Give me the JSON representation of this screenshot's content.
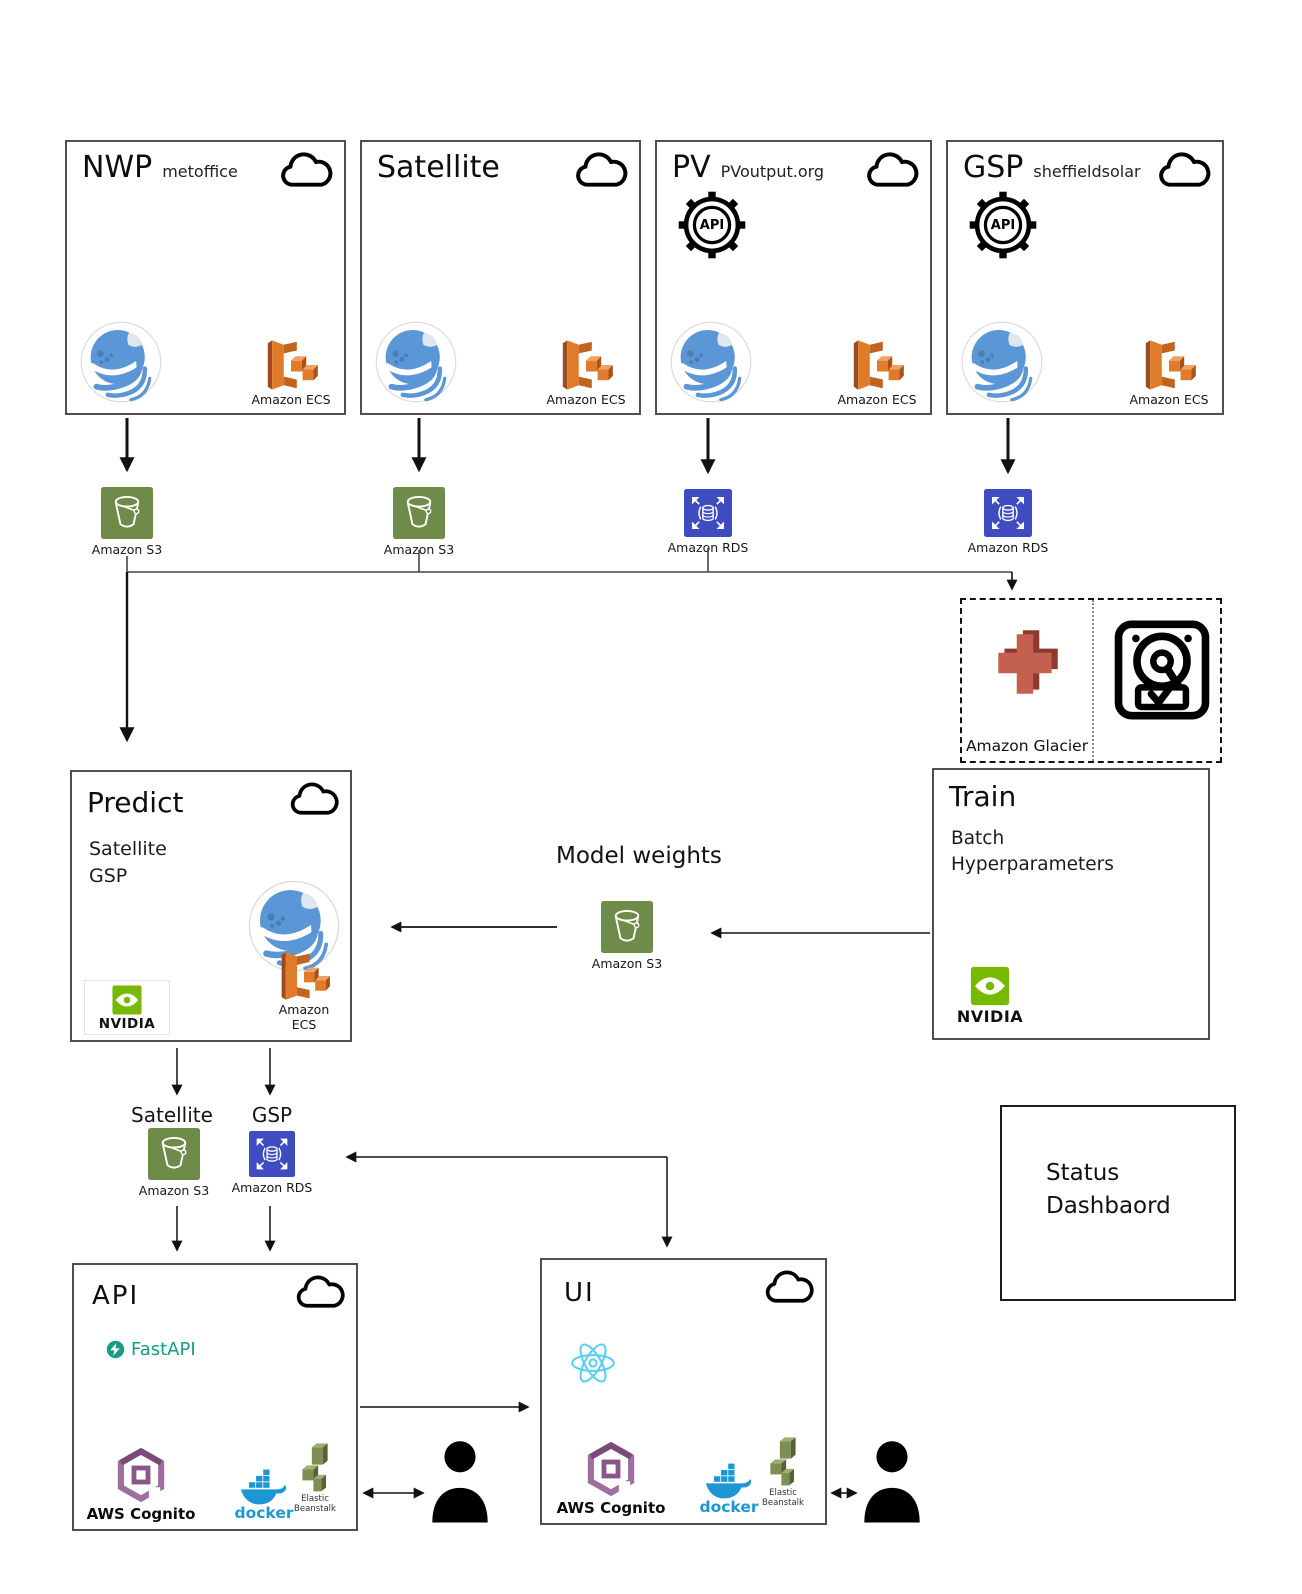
{
  "sources": [
    {
      "title": "NWP",
      "subtitle": "metoffice",
      "ecs": "Amazon ECS"
    },
    {
      "title": "Satellite",
      "subtitle": "",
      "ecs": "Amazon ECS"
    },
    {
      "title": "PV",
      "subtitle": "PVoutput.org",
      "api_badge": "API",
      "ecs": "Amazon ECS"
    },
    {
      "title": "GSP",
      "subtitle": "sheffieldsolar",
      "api_badge": "API",
      "ecs": "Amazon ECS"
    }
  ],
  "storage_row": [
    "Amazon S3",
    "Amazon S3",
    "Amazon RDS",
    "Amazon RDS"
  ],
  "archive": {
    "glacier": "Amazon Glacier"
  },
  "predict": {
    "title": "Predict",
    "line1": "Satellite",
    "line2": "GSP",
    "nvidia": "NVIDIA",
    "ecs": "Amazon ECS"
  },
  "train": {
    "title": "Train",
    "line1": "Batch",
    "line2": "Hyperparameters",
    "nvidia": "NVIDIA"
  },
  "model_weights": {
    "title": "Model weights",
    "store": "Amazon S3"
  },
  "outputs": {
    "satellite_label": "Satellite",
    "satellite_store": "Amazon S3",
    "gsp_label": "GSP",
    "gsp_store": "Amazon RDS"
  },
  "status": {
    "line1": "Status",
    "line2": "Dashbaord"
  },
  "api_box": {
    "title": "API",
    "fastapi": "FastAPI",
    "cognito": "AWS Cognito",
    "docker": "docker",
    "beanstalk": "Elastic Beanstalk"
  },
  "ui_box": {
    "title": "UI",
    "cognito": "AWS Cognito",
    "docker": "docker",
    "beanstalk": "Elastic Beanstalk"
  },
  "colors": {
    "s3_green": "#6e8b49",
    "rds_blue": "#3e4cc0",
    "ecs_orange": "#e07b2c",
    "glacier_red": "#c4604f",
    "nvidia_green": "#76b900",
    "cognito_purple": "#a06e9e",
    "docker_blue": "#1d97d4",
    "fastapi_teal": "#179c86",
    "react_cyan": "#5bd0f5",
    "beanstalk_olive": "#7d8f52"
  }
}
